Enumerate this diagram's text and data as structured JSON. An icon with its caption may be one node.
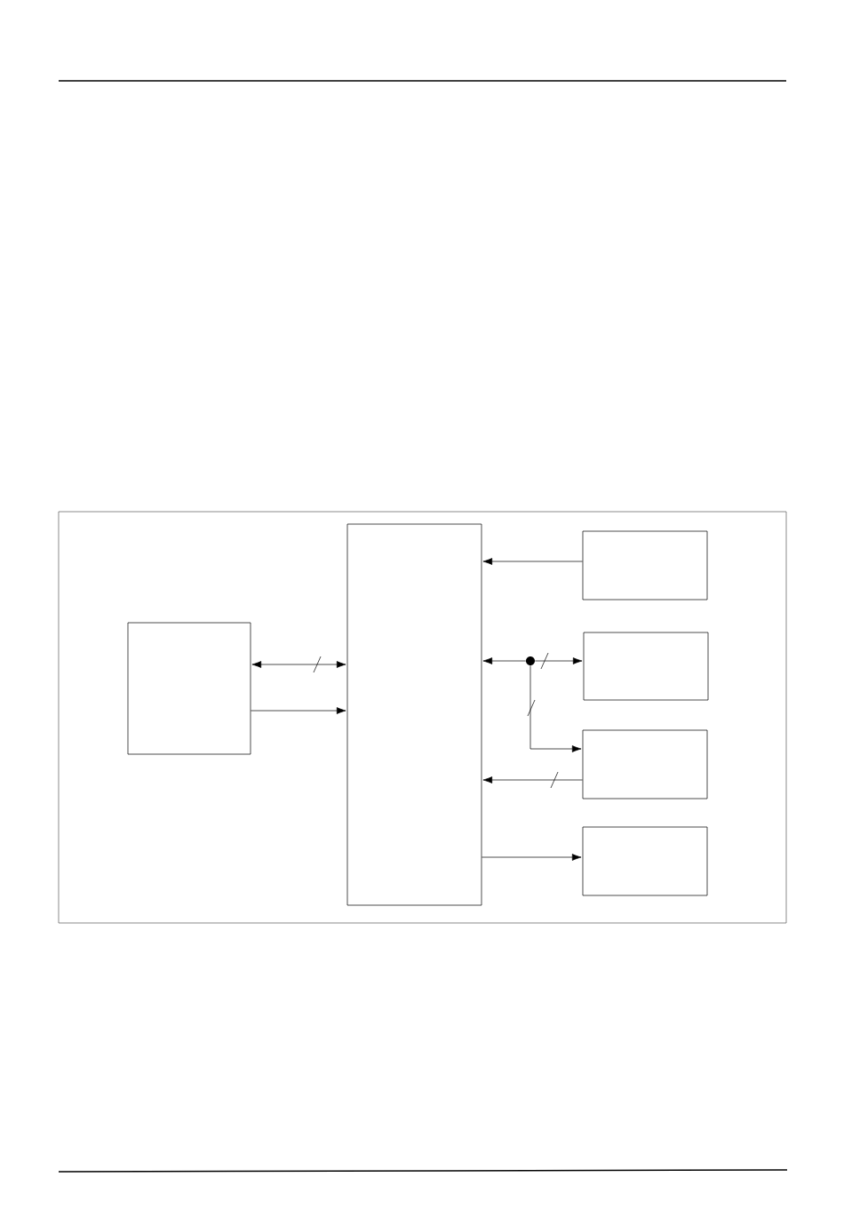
{
  "diagram": {
    "nodes": [
      {
        "text": [],
        "shape": "box"
      },
      {
        "text": [],
        "shape": "box",
        "in": 0
      },
      {
        "text": [],
        "shape": "box",
        "in": 0
      },
      {
        "text": [],
        "shape": "box",
        "in": 0
      },
      {
        "text": [],
        "shape": "box",
        "in": 0
      },
      {
        "text": [],
        "shape": "box",
        "in": 0
      },
      {
        "text": [],
        "shape": "box",
        "in": 0
      },
      {
        "text": [],
        "shape": "circle",
        "in": 0
      }
    ],
    "edges": [
      {
        "from": 3,
        "to": 2,
        "arrow": "to"
      },
      {
        "from": 1,
        "to": 2,
        "arrow": "both"
      },
      {
        "from": 1,
        "to": 2,
        "arrow": "to"
      },
      {
        "from": 7,
        "to": 2,
        "arrow": "to"
      },
      {
        "from": 7,
        "to": 4,
        "arrow": "to"
      },
      {
        "from": 7,
        "to": 5,
        "arrow": "to"
      },
      {
        "from": 5,
        "to": 2,
        "arrow": "to"
      },
      {
        "from": 2,
        "to": 6,
        "arrow": "to"
      }
    ]
  }
}
